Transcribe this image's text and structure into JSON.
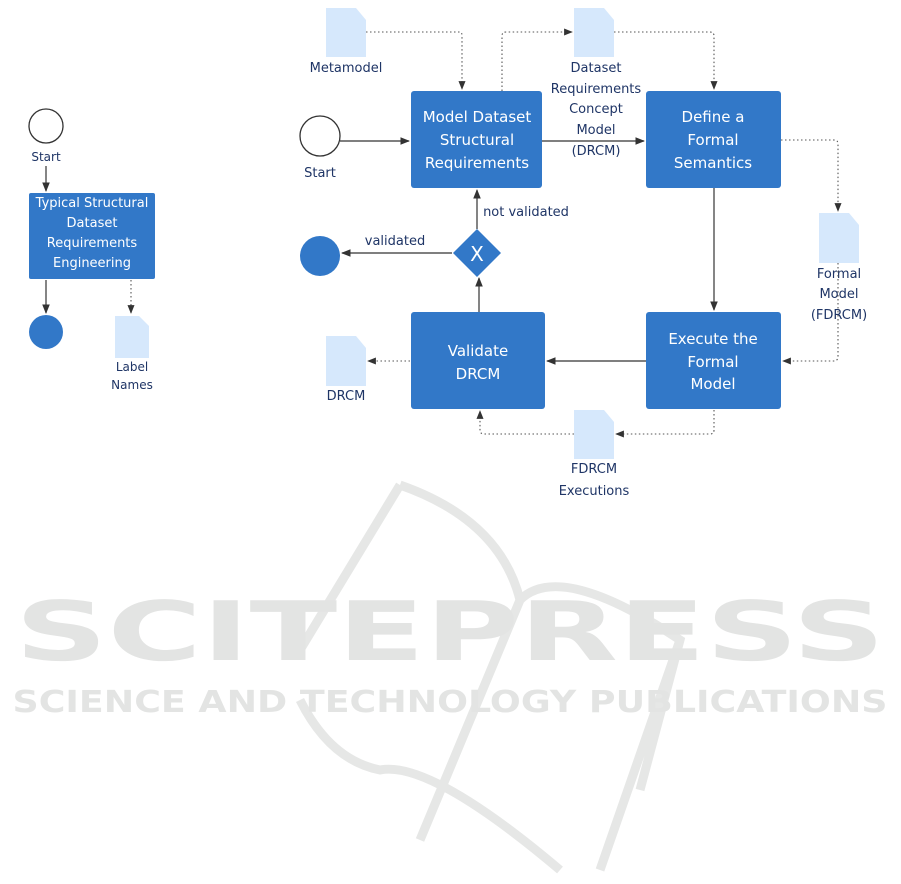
{
  "colors": {
    "task": "#3278c8",
    "document": "#d6e8fc",
    "text": "#1f3566",
    "watermark": "#e3e4e3"
  },
  "left_diagram": {
    "start_label": "Start",
    "task_lines": [
      "Typical Structural",
      "Dataset",
      "Requirements",
      "Engineering"
    ],
    "document_lines": [
      "Label",
      "Names"
    ]
  },
  "right_diagram": {
    "start_label": "Start",
    "tasks": {
      "model": [
        "Model Dataset",
        "Structural",
        "Requirements"
      ],
      "define": [
        "Define a",
        "Formal",
        "Semantics"
      ],
      "execute": [
        "Execute the",
        "Formal",
        "Model"
      ],
      "validate": [
        "Validate",
        "DRCM"
      ]
    },
    "documents": {
      "metamodel": [
        "Metamodel"
      ],
      "drcm_model": [
        "Dataset",
        "Requirements",
        "Concept",
        "Model",
        "(DRCM)"
      ],
      "formal_model": [
        "Formal",
        "Model",
        "(FDRCM)"
      ],
      "drcm": [
        "DRCM"
      ],
      "executions": [
        "FDRCM",
        "Executions"
      ]
    },
    "gateway_symbol": "X",
    "edge_labels": {
      "validated": "validated",
      "not_validated": "not validated"
    }
  },
  "watermark": {
    "title": "SCITEPRESS",
    "subtitle": "SCIENCE AND TECHNOLOGY PUBLICATIONS"
  }
}
